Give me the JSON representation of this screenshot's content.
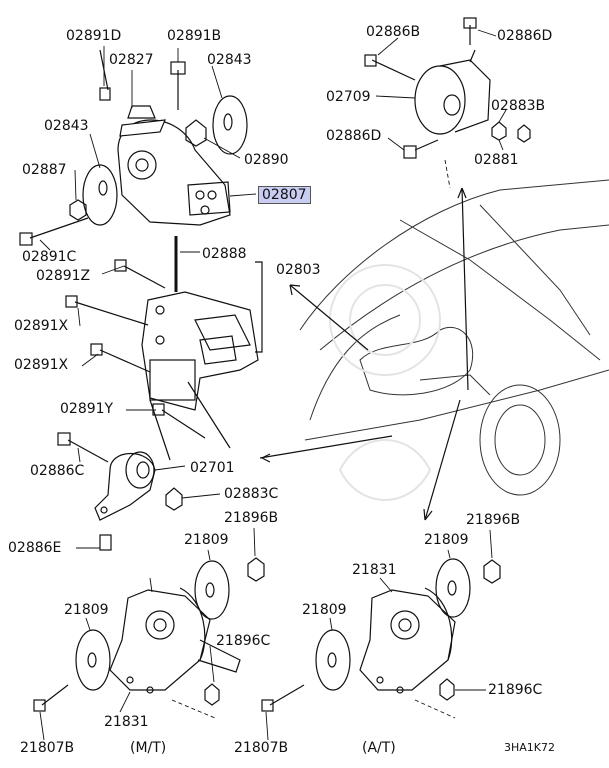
{
  "labels": {
    "p02891D": "02891D",
    "p02891B": "02891B",
    "p02827": "02827",
    "p02843a": "02843",
    "p02843b": "02843",
    "p02887": "02887",
    "p02890": "02890",
    "p02807": "02807",
    "p02891C": "02891C",
    "p02888": "02888",
    "p02803": "02803",
    "p02891Z": "02891Z",
    "p02891Xa": "02891X",
    "p02891Xb": "02891X",
    "p02891Y": "02891Y",
    "p02886C": "02886C",
    "p02701": "02701",
    "p02883C": "02883C",
    "p02886E": "02886E",
    "p21896Ba": "21896B",
    "p21896Bb": "21896B",
    "p21809a": "21809",
    "p21809b": "21809",
    "p21809c": "21809",
    "p21809d": "21809",
    "p21831a": "21831",
    "p21831b": "21831",
    "p21896Ca": "21896C",
    "p21896Cb": "21896C",
    "p21807Ba": "21807B",
    "p21807Bb": "21807B",
    "p02886B": "02886B",
    "p02886D": "02886D",
    "p02709": "02709",
    "p02883B": "02883B",
    "p02886Db": "02886D",
    "p02881": "02881",
    "mt": "(M/T)",
    "at": "(A/T)",
    "code": "3HA1K72"
  },
  "colors": {
    "highlight": "#c9cdf2",
    "line": "#111111"
  }
}
